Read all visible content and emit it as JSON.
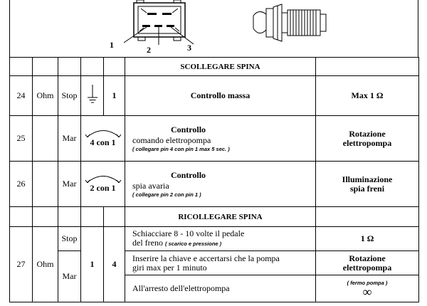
{
  "diagram": {
    "pin_labels": [
      "1",
      "2",
      "3"
    ]
  },
  "sections": {
    "disconnect": "SCOLLEGARE  SPINA",
    "reconnect": "RICOLLEGARE  SPINA"
  },
  "rows": [
    {
      "num": "24",
      "unit": "Ohm",
      "state": "Stop",
      "pins": "1",
      "symbol": "ground-icon",
      "title": "Controllo massa",
      "result": "Max  1  Ω"
    },
    {
      "num": "25",
      "state": "Mar",
      "pins": "4 con  1",
      "symbol": "jumper-arc-icon",
      "title": "Controllo",
      "line": "comando elettropompa",
      "note": "( collegare pin 4 con pin 1 max 5 sec. )",
      "result_lines": [
        "Rotazione",
        "elettropompa"
      ]
    },
    {
      "num": "26",
      "state": "Mar",
      "pins": "2 con  1",
      "symbol": "jumper-arc-icon",
      "title": "Controllo",
      "line": "spia avaria",
      "note": "( collegare pin  2 con pin 1 )",
      "result_lines": [
        "Illuminazione",
        "spia freni"
      ]
    }
  ],
  "row27": {
    "num": "27",
    "unit": "Ohm",
    "state_top": "Stop",
    "state_bottom": "Mar",
    "pin_a": "1",
    "pin_b": "4",
    "steps": [
      {
        "line1": "Schiacciare 8 - 10 volte il pedale",
        "line2": "del freno",
        "note": "( scarico e pressione )",
        "result_lines": [
          "1  Ω"
        ]
      },
      {
        "line1": "Inserire la chiave e accertarsi che la pompa",
        "line2": "giri max per 1 minuto",
        "result_lines": [
          "Rotazione",
          "elettropompa"
        ]
      },
      {
        "line1": "All'arresto dell'elettropompa",
        "result_note": "( fermo pompa )",
        "result_symbol": "∞"
      }
    ]
  }
}
